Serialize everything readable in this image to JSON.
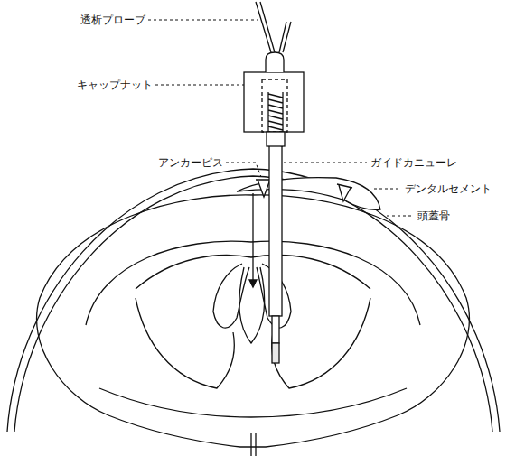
{
  "diagram": {
    "labels": [
      "透析プローブ",
      "キャップナット",
      "アンカーピス",
      "ガイドカニューレ",
      "デンタルセメント",
      "頭蓋骨"
    ]
  }
}
